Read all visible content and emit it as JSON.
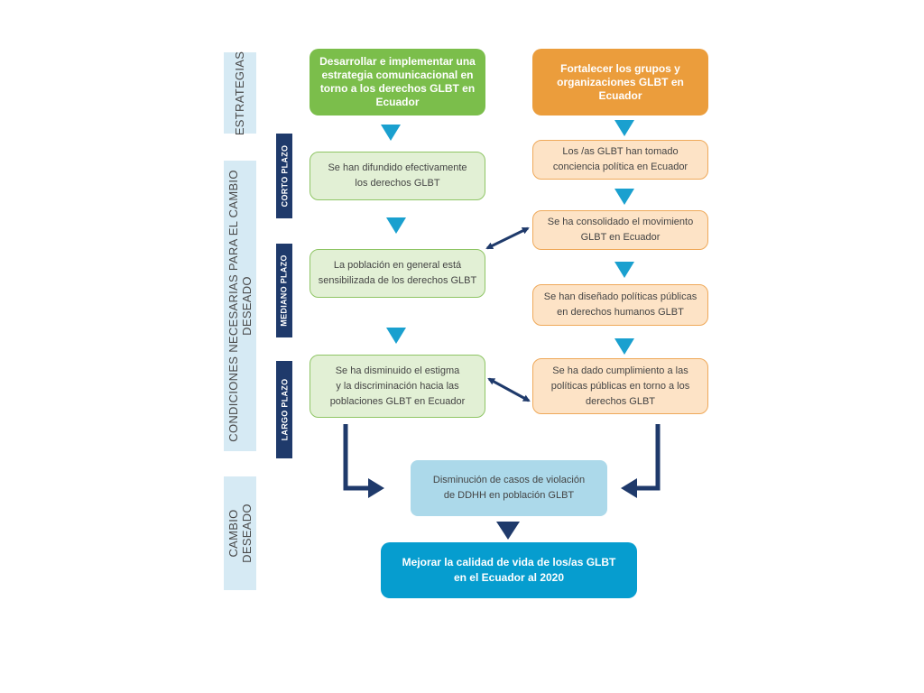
{
  "rows": {
    "estrategias": "ESTRATEGIAS",
    "condiciones_line1": "CONDICIONES NECESARIAS PARA EL CAMBIO",
    "condiciones_line2": "DESEADO",
    "cambio_line1": "CAMBIO",
    "cambio_line2": "DESEADO"
  },
  "terms": {
    "corto": "CORTO PLAZO",
    "mediano": "MEDIANO PLAZO",
    "largo": "LARGO PLAZO"
  },
  "strategies": {
    "left": [
      "Desarrollar e implementar una",
      "estrategia comunicacional en",
      "torno a los derechos GLBT en",
      "Ecuador"
    ],
    "right": [
      "Fortalecer los grupos y",
      "organizaciones GLBT en",
      "Ecuador"
    ]
  },
  "left_boxes": {
    "corto": [
      "Se han difundido efectivamente",
      "los derechos GLBT"
    ],
    "mediano": [
      "La población en general  está",
      "sensibilizada de los derechos GLBT"
    ],
    "largo": [
      "Se ha disminuido el estigma",
      "y la discriminación hacia las",
      "poblaciones GLBT en Ecuador"
    ]
  },
  "right_boxes": {
    "b1": [
      "Los /as GLBT han tomado",
      "conciencia política en Ecuador"
    ],
    "b2": [
      "Se ha consolidado el movimiento",
      "GLBT en Ecuador"
    ],
    "b3": [
      "Se han diseñado políticas públicas",
      "en derechos humanos GLBT"
    ],
    "b4": [
      "Se ha dado cumplimiento a las",
      "políticas públicas en torno a los",
      "derechos GLBT"
    ]
  },
  "outcome": [
    "Disminución de casos de violación",
    "de DDHH en población GLBT"
  ],
  "goal": [
    "Mejorar la calidad de vida de los/as GLBT",
    "en el Ecuador al 2020"
  ],
  "colors": {
    "green_head": "#7bbe4b",
    "orange_head": "#eb9d3c",
    "green_fill": "#e2f0d5",
    "orange_fill": "#fde3c6",
    "cyan_arrow": "#1aa0cf",
    "navy": "#1f3a6b",
    "light_blue": "#acd9ea",
    "goal_blue": "#069dcf",
    "sidebar": "#d6eaf4"
  }
}
